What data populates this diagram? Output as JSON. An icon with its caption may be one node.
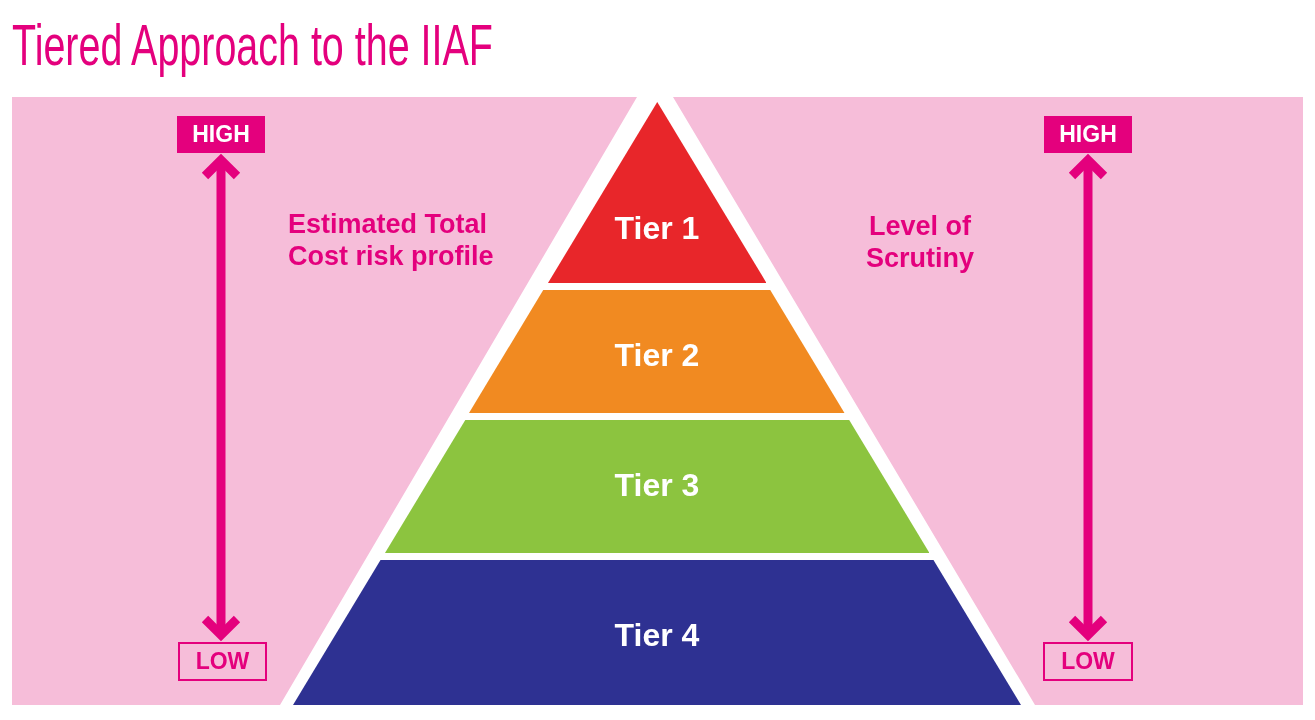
{
  "diagram": {
    "title": "Tiered Approach to the IIAF",
    "nodes": [
      {
        "text": [
          "HIGH"
        ]
      },
      {
        "text": [
          "HIGH"
        ]
      },
      {
        "text": [
          "Tier 1"
        ]
      },
      {
        "text": [
          "Tier 2"
        ]
      },
      {
        "text": [
          "Tier 3"
        ]
      },
      {
        "text": [
          "Tier 4"
        ]
      },
      {
        "text": [
          "LOW"
        ]
      },
      {
        "text": [
          "LOW"
        ]
      }
    ],
    "edges": [
      {
        "from": 0,
        "to": 6,
        "arrow": "both"
      },
      {
        "from": 1,
        "to": 7,
        "arrow": "both"
      }
    ],
    "labels": [
      "Estimated Total Cost risk profile",
      "Level of Scrutiny"
    ]
  }
}
